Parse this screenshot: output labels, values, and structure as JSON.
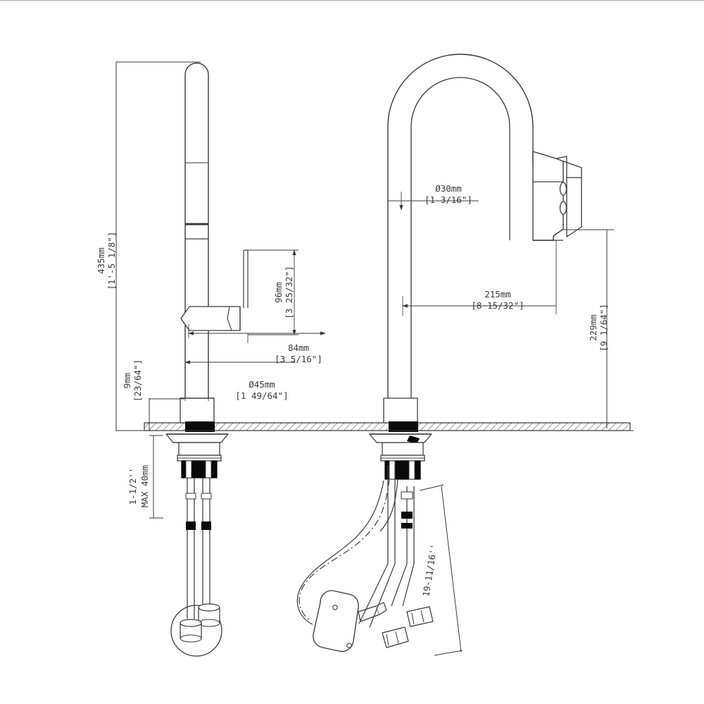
{
  "drawing": {
    "title": "kitchen-faucet-dimension-drawing",
    "background_color": "#ffffff",
    "line_color": "#3a3a3a",
    "text_color": "#3a3a3a"
  },
  "dimensions": {
    "overall_height": {
      "metric": "435mm",
      "imperial": "[1'-5 1/8\"]"
    },
    "deck_thickness": {
      "metric": "9mm",
      "imperial": "[23/64\"]"
    },
    "base_diameter": {
      "metric": "Ø45mm",
      "imperial": "[1  49/64\"]"
    },
    "handle_reach": {
      "metric": "84mm",
      "imperial": "[3  5/16\"]"
    },
    "handle_height": {
      "metric": "96mm",
      "imperial": "[3  25/32\"]"
    },
    "spout_diameter": {
      "metric": "Ø30mm",
      "imperial": "[1  3/16\"]"
    },
    "spout_reach": {
      "metric": "215mm",
      "imperial": "[8  15/32\"]"
    },
    "spout_height": {
      "metric": "229mm",
      "imperial": "[9  1/64\"]"
    },
    "mount_thickness_imperial": "1-1/2''",
    "mount_thickness_metric": "MAX 40mm",
    "hose_length": "19-11/16''"
  },
  "views": {
    "left": "side-view-faucet",
    "right": "front-view-faucet"
  },
  "components": {
    "spray_head_buttons": 2,
    "valve_box_screws": 2,
    "hose_weights": 2
  }
}
